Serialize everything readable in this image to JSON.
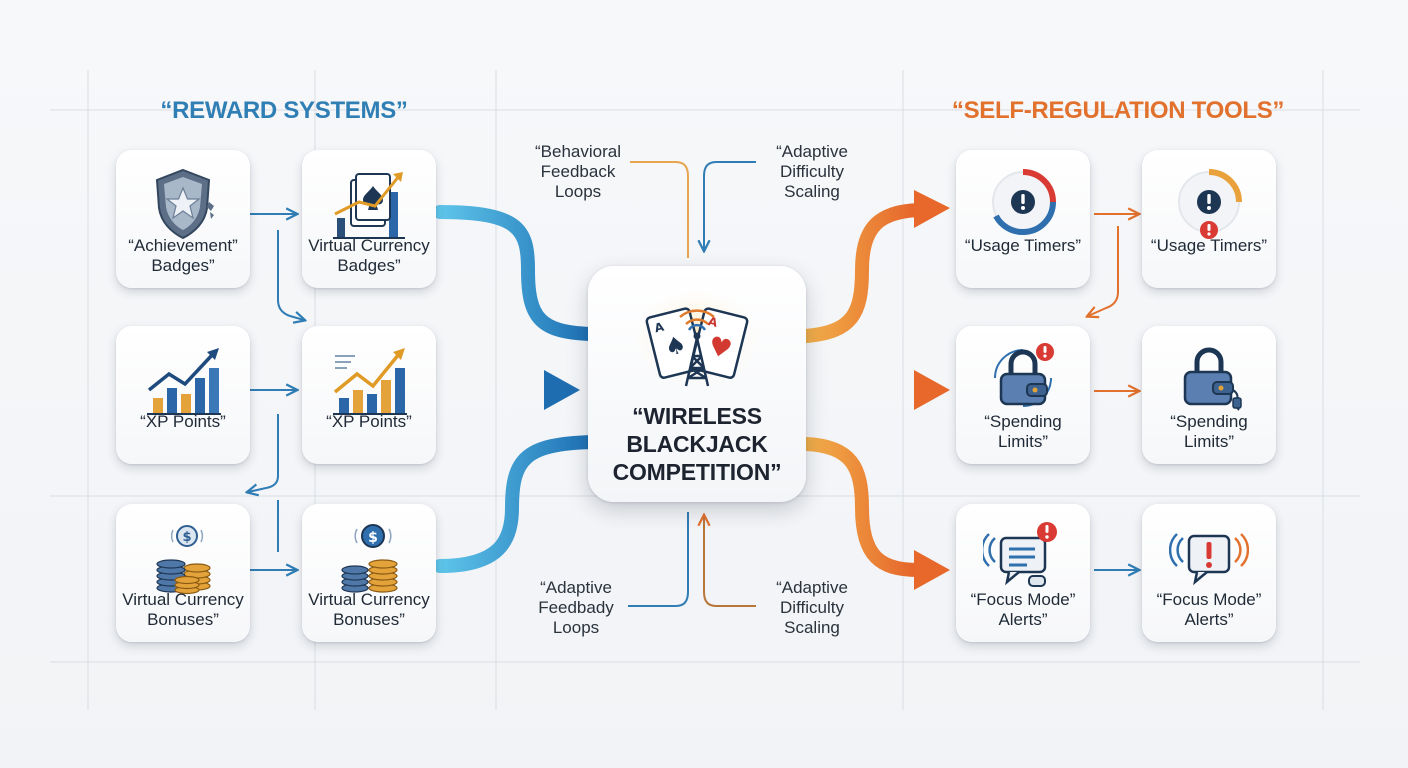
{
  "sections": {
    "left_title": "“REWARD SYSTEMS”",
    "right_title": "“SELF-REGULATION TOOLS”",
    "left_color": "#2f7fb5",
    "right_color": "#e1712d"
  },
  "center": {
    "label": "“WIRELESS\nBLACKJACK\nCOMPETITION”",
    "icon": "cards-antenna-icon"
  },
  "reward_nodes": [
    {
      "label": "“Achievement”\nBadges”",
      "icon": "shield-star-icon"
    },
    {
      "label": "Virtual Currency\nBadges”",
      "icon": "card-growth-chart-icon"
    },
    {
      "label": "“XP Points”",
      "icon": "growth-chart-icon"
    },
    {
      "label": "“XP Points”",
      "icon": "growth-chart-icon"
    },
    {
      "label": "Virtual Currency\nBonuses”",
      "icon": "coin-stack-icon"
    },
    {
      "label": "Virtual Currency\nBonuses”",
      "icon": "coin-stack-icon"
    }
  ],
  "regulation_nodes": [
    {
      "label": "“Usage Timers”",
      "icon": "timer-alert-icon"
    },
    {
      "label": "“Usage Timers”",
      "icon": "timer-alert-icon"
    },
    {
      "label": "“Spending\nLimits”",
      "icon": "wallet-lock-icon"
    },
    {
      "label": "“Spending\nLimits”",
      "icon": "wallet-lock-icon"
    },
    {
      "label": "“Focus Mode”\nAlerts”",
      "icon": "chat-alert-icon"
    },
    {
      "label": "“Focus Mode”\nAlerts”",
      "icon": "chat-alert-icon"
    }
  ],
  "feedback_labels": {
    "top_left": "“Behavioral\nFeedback\nLoops",
    "top_right": "“Adaptive\nDifficulty\nScaling",
    "bottom_left": "“Adaptive\nFeedbady\nLoops",
    "bottom_right": "“Adaptive\nDifficulty\nScaling"
  }
}
